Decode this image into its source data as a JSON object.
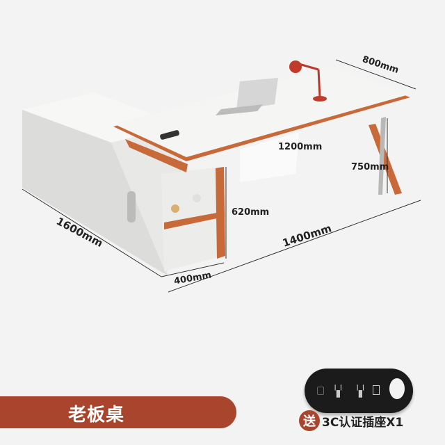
{
  "dimensions": {
    "depth_main": "800mm",
    "width_inner": "1200mm",
    "height": "750mm",
    "cabinet_height": "620mm",
    "length_side": "1600mm",
    "width_total": "1400mm",
    "cabinet_width": "400mm"
  },
  "banner": {
    "title": "老板桌"
  },
  "gift": {
    "badge": "送",
    "text": "3C认证插座X1"
  },
  "colors": {
    "accent": "#a8452c",
    "wood": "#c8693a",
    "background": "#f3f3f3"
  }
}
